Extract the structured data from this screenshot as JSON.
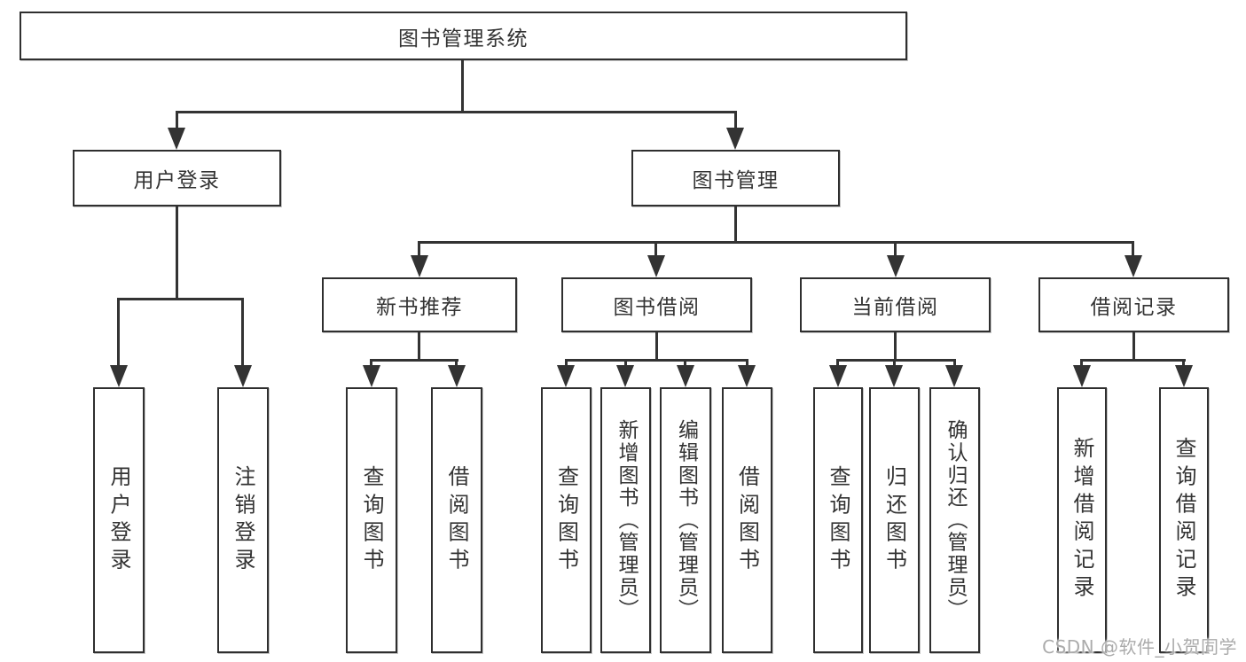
{
  "diagram": {
    "root": {
      "label": "图书管理系统"
    },
    "level2": [
      {
        "label": "用户登录",
        "parent": "图书管理系统"
      },
      {
        "label": "图书管理",
        "parent": "图书管理系统"
      }
    ],
    "level3": [
      {
        "label": "新书推荐",
        "parent": "图书管理"
      },
      {
        "label": "图书借阅",
        "parent": "图书管理"
      },
      {
        "label": "当前借阅",
        "parent": "图书管理"
      },
      {
        "label": "借阅记录",
        "parent": "图书管理"
      }
    ],
    "leaves": [
      {
        "label": "用户登录",
        "parent": "用户登录"
      },
      {
        "label": "注销登录",
        "parent": "用户登录"
      },
      {
        "label": "查询图书",
        "parent": "新书推荐"
      },
      {
        "label": "借阅图书",
        "parent": "新书推荐"
      },
      {
        "label": "查询图书",
        "parent": "图书借阅"
      },
      {
        "label": "新增图书（管理员）",
        "parent": "图书借阅"
      },
      {
        "label": "编辑图书（管理员）",
        "parent": "图书借阅"
      },
      {
        "label": "借阅图书",
        "parent": "图书借阅"
      },
      {
        "label": "查询图书",
        "parent": "当前借阅"
      },
      {
        "label": "归还图书",
        "parent": "当前借阅"
      },
      {
        "label": "确认归还（管理员）",
        "parent": "当前借阅"
      },
      {
        "label": "新增借阅记录",
        "parent": "借阅记录"
      },
      {
        "label": "查询借阅记录",
        "parent": "借阅记录"
      }
    ],
    "watermark": "CSDN @软件_小贺同学",
    "colors": {
      "line": "#333333",
      "text": "#333333",
      "box_border": "#2f2f2f",
      "background": "#ffffff",
      "watermark": "#ababab"
    }
  }
}
